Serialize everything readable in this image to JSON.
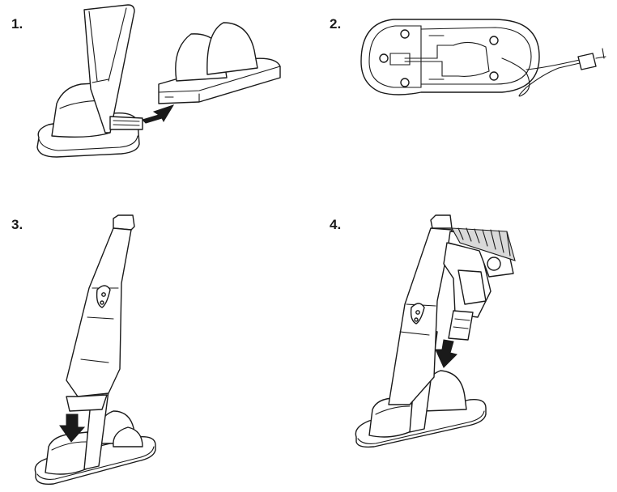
{
  "steps": [
    {
      "label": "1.",
      "icon": "dock-base-insert"
    },
    {
      "label": "2.",
      "icon": "dock-underside-cable"
    },
    {
      "label": "3.",
      "icon": "vacuum-place-in-dock"
    },
    {
      "label": "4.",
      "icon": "accessory-attach"
    }
  ],
  "colors": {
    "line": "#1a1a1a",
    "background": "#ffffff"
  }
}
